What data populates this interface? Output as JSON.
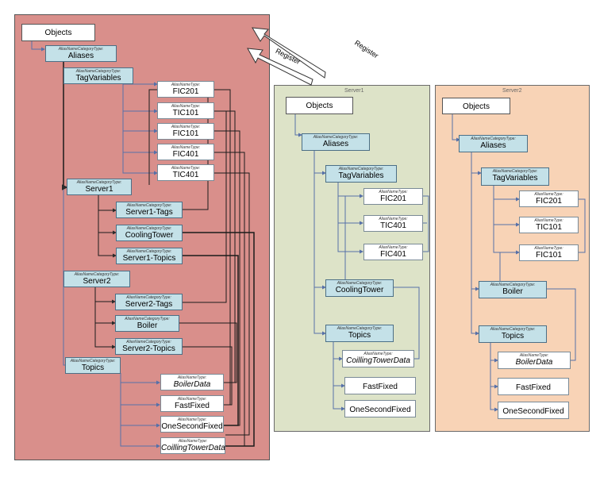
{
  "panels": {
    "server1_title": "Server1",
    "server2_title": "Server2"
  },
  "arrows": {
    "register_upper": "Register",
    "register_lower": "Register"
  },
  "aggregating": {
    "objects": "Objects",
    "aliases": {
      "type": "AliasNameCategoryType:",
      "name": "Aliases"
    },
    "tagvariables": {
      "type": "AliasNameCategoryType:",
      "name": "TagVariables"
    },
    "fic201": {
      "type": "AliasNameType:",
      "name": "FIC201"
    },
    "tic101": {
      "type": "AliasNameType:",
      "name": "TIC101"
    },
    "fic101": {
      "type": "AliasNameType:",
      "name": "FIC101"
    },
    "fic401": {
      "type": "AliasNameType:",
      "name": "FIC401"
    },
    "tic401": {
      "type": "AliasNameType:",
      "name": "TIC401"
    },
    "server1": {
      "type": "AliasNameCategoryType:",
      "name": "Server1"
    },
    "server1_tags": {
      "type": "AliasNameCategoryType:",
      "name": "Server1-Tags"
    },
    "coolingtower": {
      "type": "AliasNameCategoryType:",
      "name": "CoolingTower"
    },
    "server1_topics": {
      "type": "AliasNameCategoryType:",
      "name": "Server1-Topics"
    },
    "server2": {
      "type": "AliasNameCategoryType:",
      "name": "Server2"
    },
    "server2_tags": {
      "type": "AliasNameCategoryType:",
      "name": "Server2-Tags"
    },
    "boiler": {
      "type": "AliasNameCategoryType:",
      "name": "Boiler"
    },
    "server2_topics": {
      "type": "AliasNameCategoryType:",
      "name": "Server2-Topics"
    },
    "topics": {
      "type": "AliasNameCategoryType:",
      "name": "Topics"
    },
    "boilerdata": {
      "type": "AliasNameType:",
      "name": "BoilerData"
    },
    "fastfixed": {
      "type": "AliasNameType:",
      "name": "FastFixed"
    },
    "onesecondfixed": {
      "type": "AliasNameType:",
      "name": "OneSecondFixed"
    },
    "coillingtowerdata": {
      "type": "AliasNameType:",
      "name": "CoillingTowerData"
    }
  },
  "server1": {
    "objects": "Objects",
    "aliases": {
      "type": "AliasNameCategoryType:",
      "name": "Aliases"
    },
    "tagvariables": {
      "type": "AliasNameCategoryType:",
      "name": "TagVariables"
    },
    "fic201": {
      "type": "AliasNameType:",
      "name": "FIC201"
    },
    "tic401": {
      "type": "AliasNameType:",
      "name": "TIC401"
    },
    "fic401": {
      "type": "AliasNameType:",
      "name": "FIC401"
    },
    "coolingtower": {
      "type": "AliasNameCategoryType:",
      "name": "CoolingTower"
    },
    "topics": {
      "type": "AliasNameCategoryType:",
      "name": "Topics"
    },
    "coillingtowerdata": {
      "type": "AliasNameType:",
      "name": "CoillingTowerData"
    },
    "fastfixed": "FastFixed",
    "onesecondfixed": "OneSecondFixed"
  },
  "server2": {
    "objects": "Objects",
    "aliases": {
      "type": "AliasNameCategoryType:",
      "name": "Aliases"
    },
    "tagvariables": {
      "type": "AliasNameCategoryType:",
      "name": "TagVariables"
    },
    "fic201": {
      "type": "AliasNameType:",
      "name": "FIC201"
    },
    "tic101": {
      "type": "AliasNameType:",
      "name": "TIC101"
    },
    "fic101": {
      "type": "AliasNameType:",
      "name": "FIC101"
    },
    "boiler": {
      "type": "AliasNameCategoryType:",
      "name": "Boiler"
    },
    "topics": {
      "type": "AliasNameCategoryType:",
      "name": "Topics"
    },
    "boilerdata": {
      "type": "AliasNameType:",
      "name": "BoilerData"
    },
    "fastfixed": "FastFixed",
    "onesecondfixed": "OneSecondFixed"
  }
}
